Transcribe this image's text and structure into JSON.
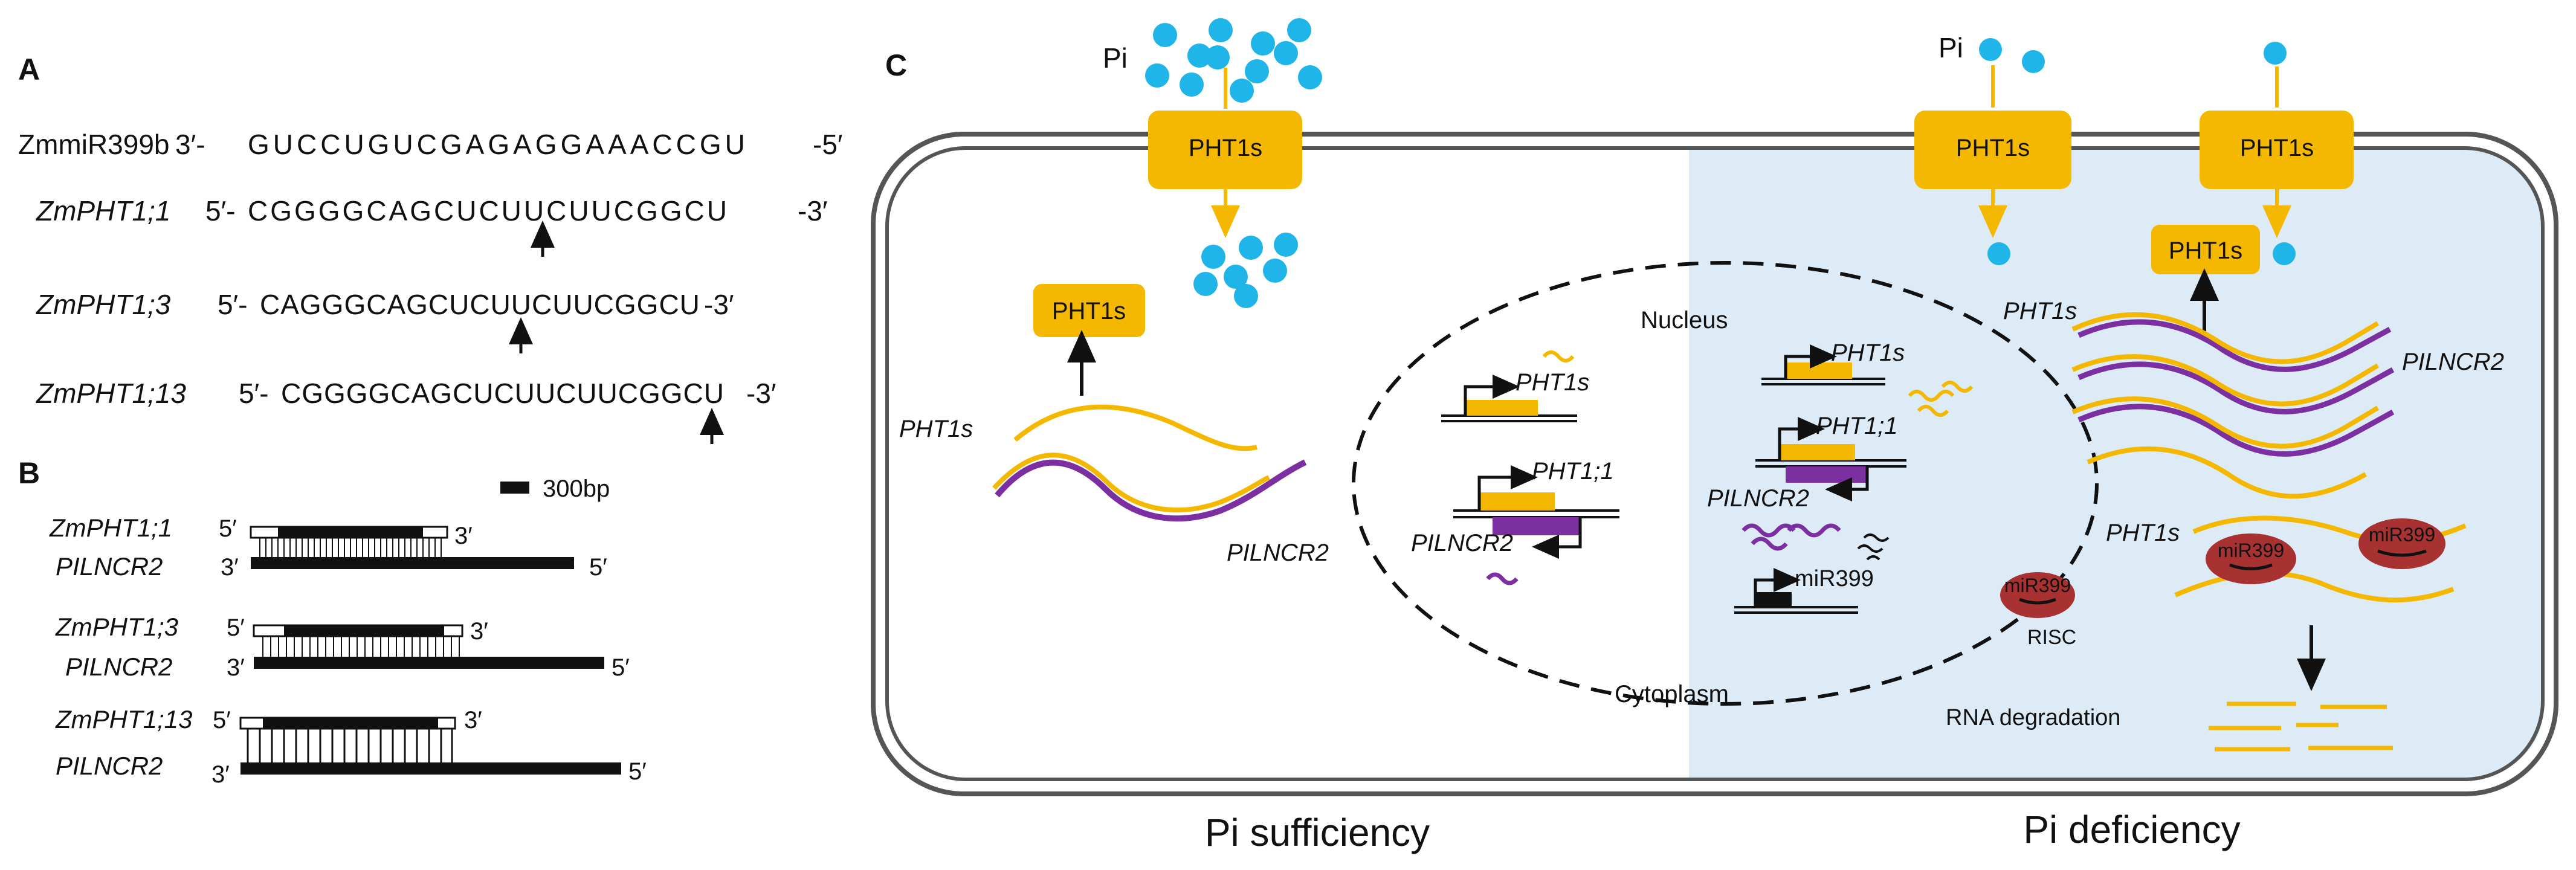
{
  "colors": {
    "gold": "#F5B800",
    "purple": "#7B2FA0",
    "pi_blue": "#1FB5E8",
    "mir_red": "#A83232",
    "deficiency_bg": "#DCEBF6",
    "membrane": "#555555"
  },
  "panelA": {
    "label": "A",
    "mir_name": "ZmmiR399b",
    "mir_5p": "3′-",
    "mir_seq": "GUCCUGUCGAGAGGAAACCGU",
    "mir_3p": "-5′",
    "rows": [
      {
        "name": "ZmPHT1;1",
        "pre": "5′-",
        "seq": "CGGGGCAGCUCUUCUUCGGCU",
        "post": "-3′"
      },
      {
        "name": "ZmPHT1;3",
        "pre": "5′-",
        "seq": "CAGGGCAGCUCUUCUUCGGCU",
        "post": "-3′"
      },
      {
        "name": "ZmPHT1;13",
        "pre": "5′-",
        "seq": "CGGGGCAGCUCUUCUUCGGCU",
        "post": "-3′"
      }
    ]
  },
  "panelB": {
    "label": "B",
    "scale": "300bp",
    "pairs": [
      {
        "gene": "ZmPHT1;1",
        "lnc": "PILNCR2",
        "g5": "5′",
        "g3": "3′",
        "l3": "3′",
        "l5": "5′"
      },
      {
        "gene": "ZmPHT1;3",
        "lnc": "PILNCR2",
        "g5": "5′",
        "g3": "3′",
        "l3": "3′",
        "l5": "5′"
      },
      {
        "gene": "ZmPHT1;13",
        "lnc": "PILNCR2",
        "g5": "5′",
        "g3": "3′",
        "l3": "3′",
        "l5": "5′"
      }
    ]
  },
  "panelC": {
    "label": "C",
    "pi": "Pi",
    "transporter": "PHT1s",
    "pht1s": "PHT1s",
    "pilncr2": "PILNCR2",
    "pht1_1": "PHT1;1",
    "mir399": "miR399",
    "nucleus": "Nucleus",
    "cytoplasm": "Cytoplasm",
    "risc": "RISC",
    "rna_degradation": "RNA degradation",
    "caption_left": "Pi sufficiency",
    "caption_right": "Pi deficiency"
  }
}
